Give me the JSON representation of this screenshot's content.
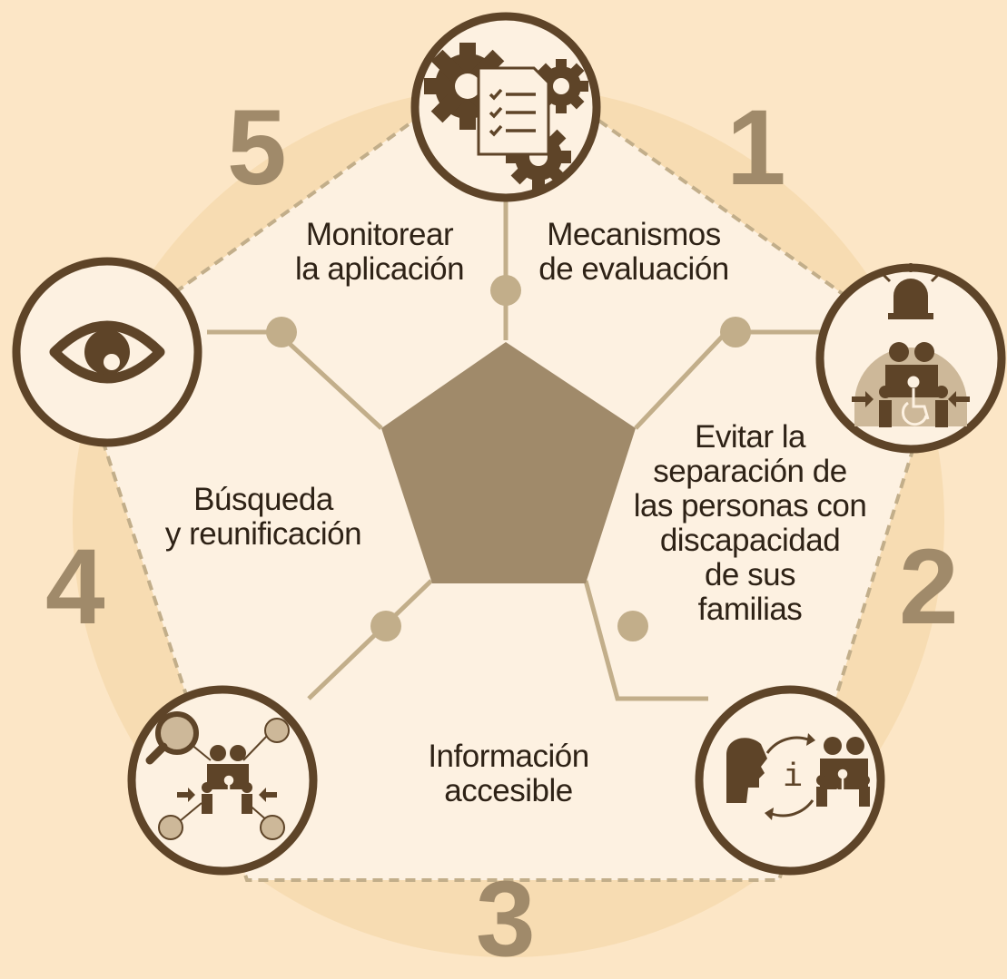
{
  "colors": {
    "background": "#fce6c6",
    "outer_ring": "#f7dcb2",
    "pentagon_fill": "#fdf1e1",
    "center_pentagon": "#a08a6a",
    "connector": "#c2ae8a",
    "icon_dark": "#5e4428",
    "number": "#a08a6a",
    "text": "#2e2216"
  },
  "steps": [
    {
      "number": "1",
      "lines": [
        "Mecanismos",
        "de evaluación"
      ],
      "icon": "gears-checklist-icon"
    },
    {
      "number": "2",
      "lines": [
        "Evitar la",
        "separación de",
        "las personas con",
        "discapacidad",
        "de sus",
        "familias"
      ],
      "icon": "alarm-family-icon"
    },
    {
      "number": "3",
      "lines": [
        "Información",
        "accesible"
      ],
      "icon": "speaker-info-family-icon"
    },
    {
      "number": "4",
      "lines": [
        "Búsqueda",
        "y reunificación"
      ],
      "icon": "search-reunification-icon"
    },
    {
      "number": "5",
      "lines": [
        "Monitorear",
        "la aplicación"
      ],
      "icon": "eye-icon"
    }
  ]
}
